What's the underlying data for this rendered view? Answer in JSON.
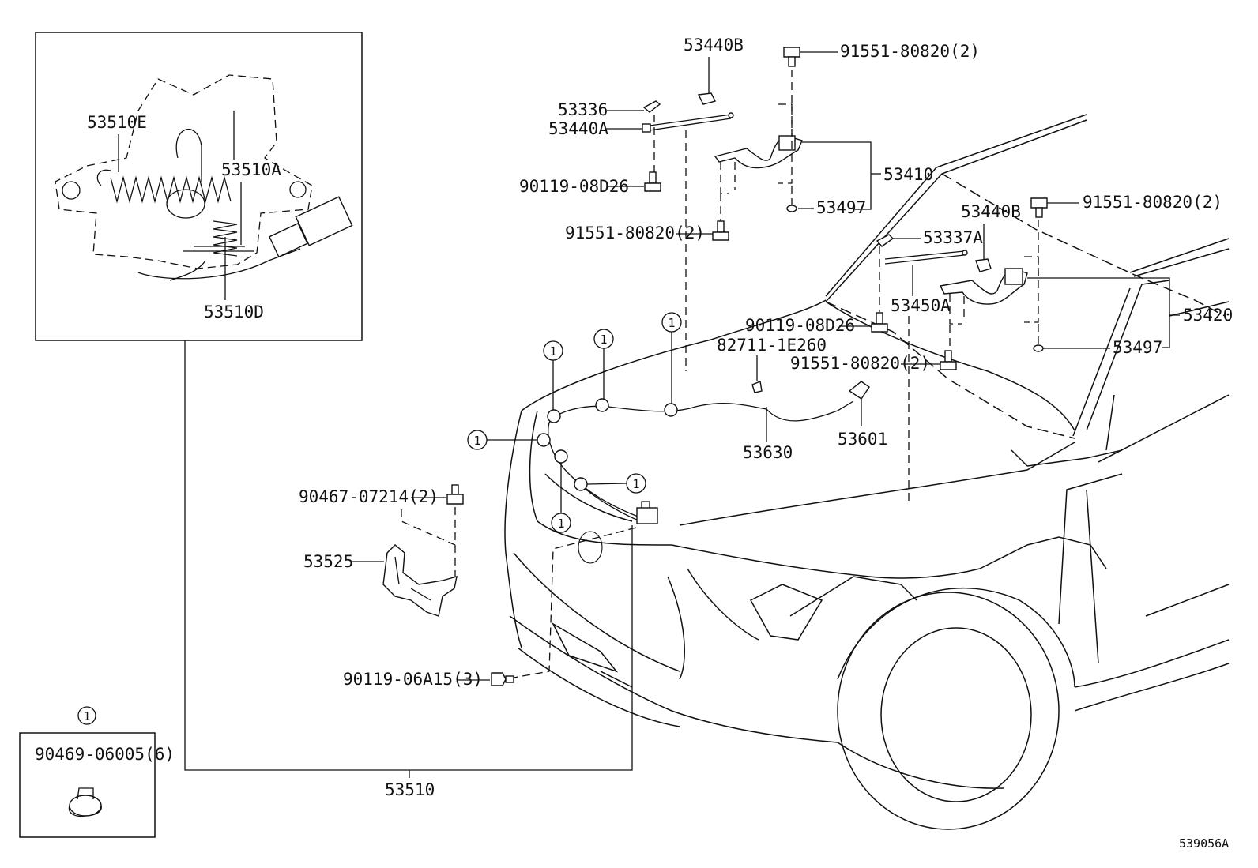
{
  "diagram_id": "539056A",
  "callout_symbol": "1",
  "parts": {
    "p53440B_top": "53440B",
    "p53336": "53336",
    "p53440A": "53440A",
    "p90119_08D26_left": "90119-08D26",
    "p91551_top": "91551-80820(2)",
    "p91551_left": "91551-80820(2)",
    "p53410": "53410",
    "p53497_left": "53497",
    "p53440B_right": "53440B",
    "p91551_right": "91551-80820(2)",
    "p53337A": "53337A",
    "p53450A": "53450A",
    "p53420": "53420",
    "p90119_08D26_center": "90119-08D26",
    "p82711_1E260": "82711-1E260",
    "p91551_center": "91551-80820(2)",
    "p53497_right": "53497",
    "p53630": "53630",
    "p53601": "53601",
    "p90467_07214": "90467-07214(2)",
    "p53525": "53525",
    "p90119_06A15": "90119-06A15(3)",
    "p53510": "53510",
    "p53510E": "53510E",
    "p53510A": "53510A",
    "p53510D": "53510D",
    "p90469_06005": "90469-06005(6)"
  }
}
